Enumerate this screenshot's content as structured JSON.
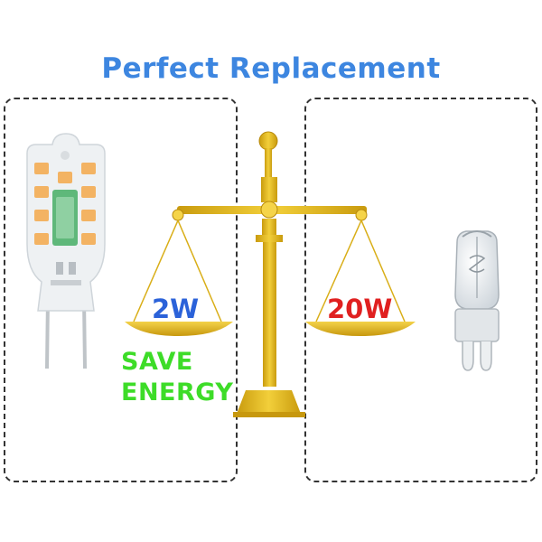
{
  "title": "Perfect Replacement",
  "led_label": "2W",
  "halogen_label": "20W",
  "save_line1": "SAVE",
  "save_line2": "ENERGY",
  "colors": {
    "title": "#3d86e0",
    "led_watt": "#2b62d9",
    "halogen_watt": "#e02020",
    "save": "#3ddc28",
    "scale_gold": "#e8be1c",
    "scale_shadow": "#c7980e"
  },
  "icons": [
    "led-bulb-icon",
    "halogen-bulb-icon",
    "balance-scale-icon"
  ]
}
